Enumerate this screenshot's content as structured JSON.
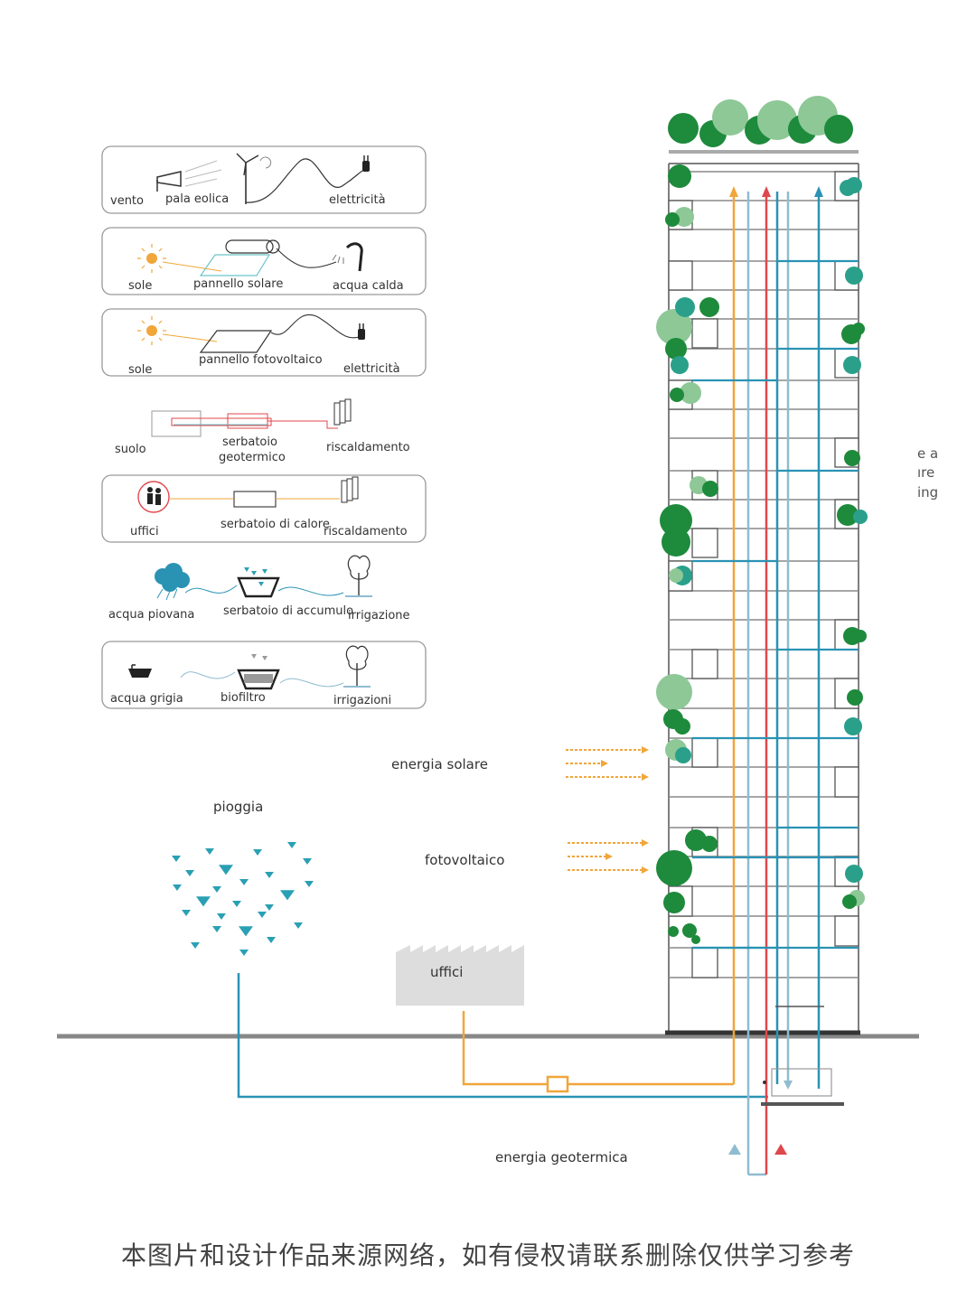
{
  "legend": {
    "wind": {
      "left": "vento",
      "middle": "pala eolica",
      "right": "elettricità"
    },
    "solar_thermal": {
      "left": "sole",
      "middle": "pannello solare",
      "right": "acqua calda"
    },
    "photovoltaic": {
      "left": "sole",
      "middle": "pannello fotovoltaico",
      "right": "elettricità"
    },
    "geothermal": {
      "left": "suolo",
      "middle_line1": "serbatoio",
      "middle_line2": "geotermico",
      "right": "riscaldamento"
    },
    "heat_recovery": {
      "left": "uffici",
      "middle": "serbatoio di calore",
      "right": "riscaldamento"
    },
    "rainwater": {
      "left": "acqua piovana",
      "middle": "serbatoio di accumulo",
      "right": "irrigazione"
    },
    "greywater": {
      "left": "acqua grigia",
      "middle": "biofiltro",
      "right": "irrigazioni"
    }
  },
  "diagram": {
    "solar_energy_label": "energia solare",
    "photovoltaic_label": "fotovoltaico",
    "rain_label": "pioggia",
    "offices_label": "uffici",
    "geothermal_label": "energia geotermica",
    "cut_text": [
      "e a",
      "ıre",
      "ing"
    ]
  },
  "colors": {
    "orange": "#f0a63a",
    "red": "#e0474c",
    "blue": "#2a93b4",
    "light_blue": "#8fbcd0",
    "green_dark": "#1e8a3c",
    "green_light": "#8dc896",
    "teal": "#2aa08a",
    "ground": "#888888"
  },
  "footer": "本图片和设计作品来源网络，如有侵权请联系删除仅供学习参考"
}
